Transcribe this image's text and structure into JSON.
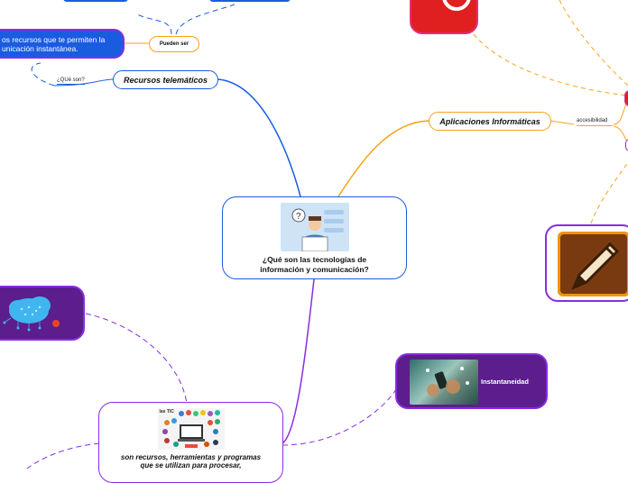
{
  "central": {
    "title": "¿Qué son las tecnologías de información y comunicación?"
  },
  "nodes": {
    "recursos_telematicos": "Recursos telemáticos",
    "que_son_label": "¿QUé son?",
    "pueden_ser": "Pueden ser",
    "recursos_def_line1": "os recursos que te permiten la",
    "recursos_def_line2": "unicación instantánea.",
    "aplicaciones": "Aplicaciones Informáticas",
    "accesibilidad": "accesibilidad",
    "instantaneidad": "Instantaneidad",
    "son_recursos_line1": "son recursos, herramientas y programas",
    "son_recursos_line2": "que se utilizan para procesar,",
    "tic_img_label": "las TIC"
  },
  "colors": {
    "blue": "#1a5ce0",
    "orange": "#f5a31a",
    "purple": "#8a2be2",
    "dark_purple": "#5b1e8c",
    "red": "#e02020",
    "pink_border": "#e0307a"
  },
  "icons": [
    "question-person-icon",
    "cloud-network-icon",
    "pencil-icon",
    "phone-hands-image",
    "tic-collage-image",
    "red-app-icon"
  ]
}
